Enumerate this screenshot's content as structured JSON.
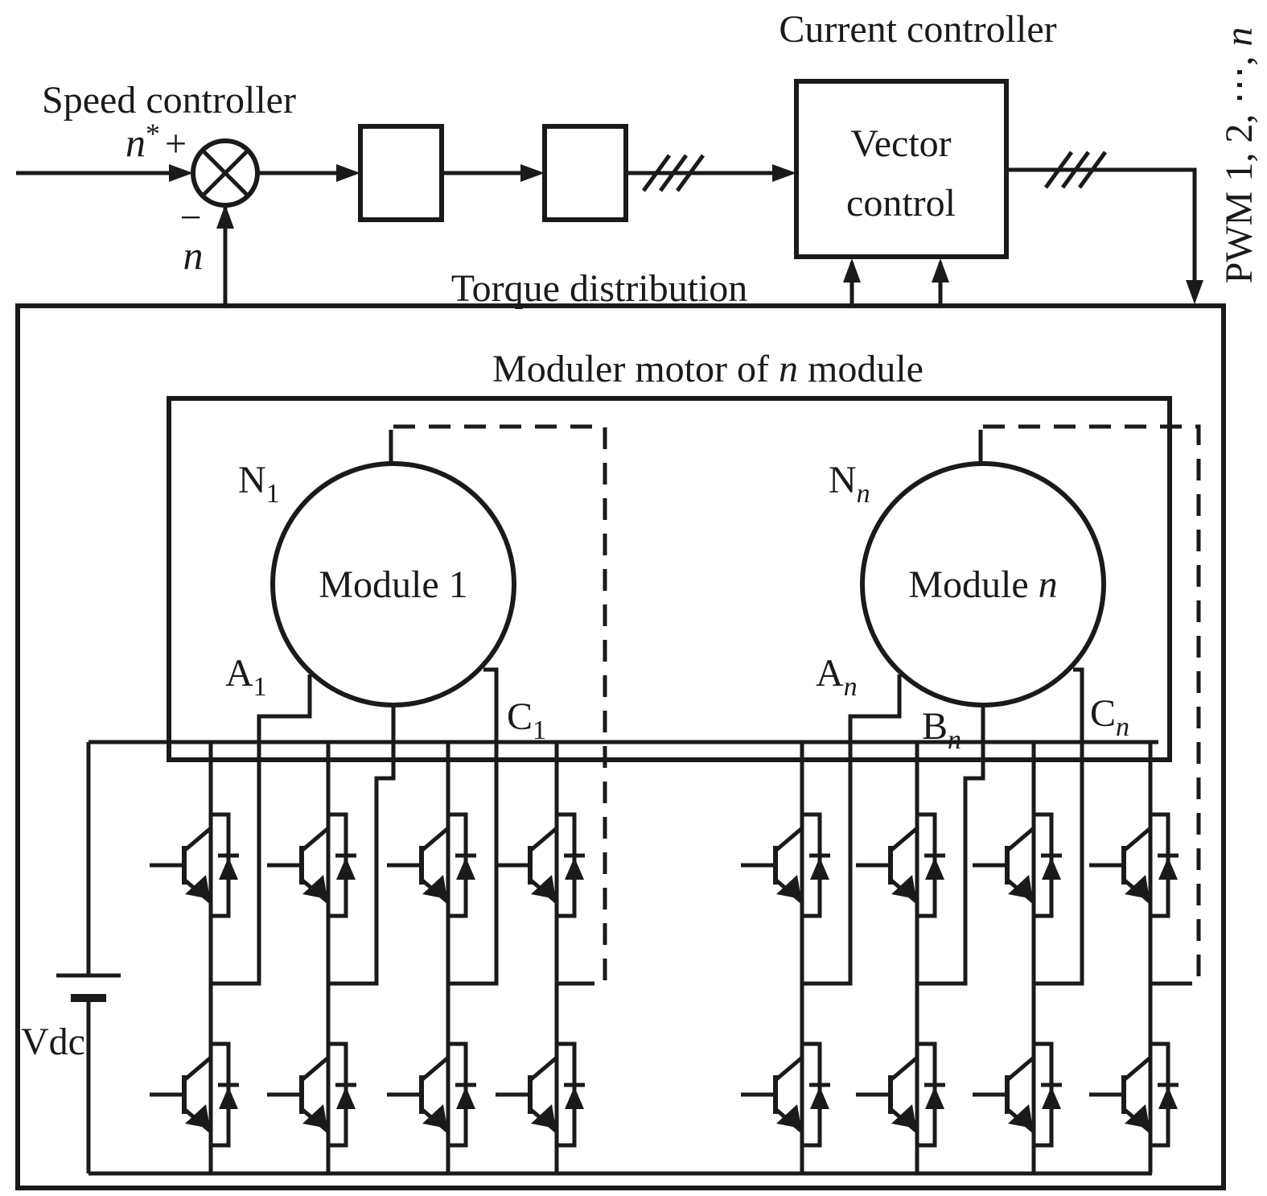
{
  "colors": {
    "ink": "#1a1a1a",
    "background": "#ffffff"
  },
  "controller": {
    "speed_label": "Speed controller",
    "current_label": "Current controller",
    "vector_line1": "Vector",
    "vector_line2": "control",
    "torque_label": "Torque distribution",
    "speed_ref_main": "n",
    "speed_ref_sup": "*",
    "plus_sign": "+",
    "minus_sign": "−",
    "feedback_symbol": "n",
    "pwm_pre": "PWM 1, 2, ⋯, ",
    "pwm_n": "n"
  },
  "motor": {
    "title_pre": "Moduler motor of ",
    "title_n": "n",
    "title_post": " module",
    "module1": {
      "label_pre": "Module ",
      "label_suffix": "1",
      "terminals": {
        "N": {
          "main": "N",
          "sub": "1"
        },
        "A": {
          "main": "A",
          "sub": "1"
        },
        "C": {
          "main": "C",
          "sub": "1"
        }
      }
    },
    "modulen": {
      "label_pre": "Module ",
      "label_suffix": "n",
      "terminals": {
        "N": {
          "main": "N",
          "sub": "n"
        },
        "A": {
          "main": "A",
          "sub": "n"
        },
        "B": {
          "main": "B",
          "sub": "n"
        },
        "C": {
          "main": "C",
          "sub": "n"
        }
      }
    }
  },
  "power": {
    "dc_source_label": "Vdc"
  }
}
